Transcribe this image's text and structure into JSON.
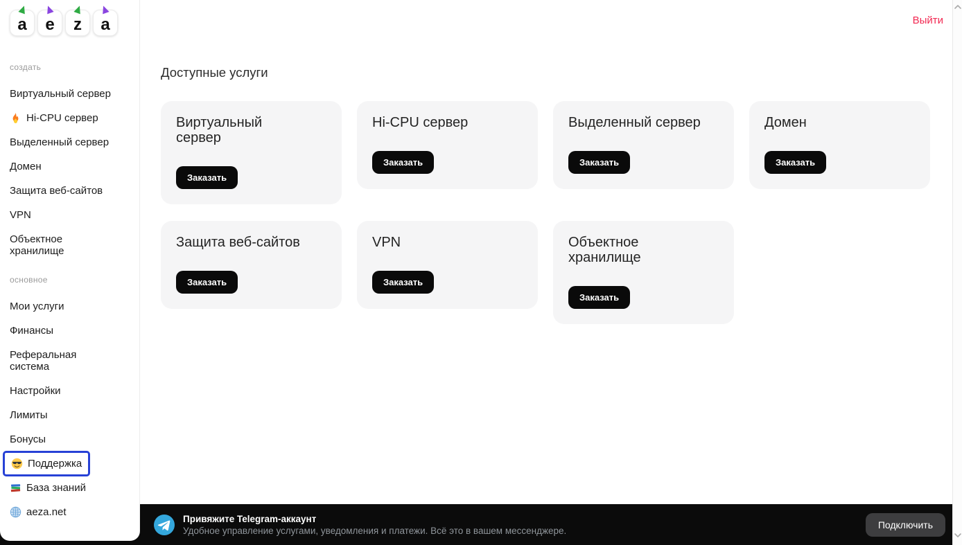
{
  "logo": {
    "tiles": [
      {
        "letter": "a",
        "hat": "green"
      },
      {
        "letter": "e",
        "hat": "purple"
      },
      {
        "letter": "z",
        "hat": "green"
      },
      {
        "letter": "a",
        "hat": "purple"
      }
    ]
  },
  "header": {
    "logout_label": "Выйти"
  },
  "sidebar": {
    "create_section": {
      "label": "создать",
      "items": [
        {
          "label": "Виртуальный сервер"
        },
        {
          "label": "Hi-CPU сервер",
          "icon": "fire-icon"
        },
        {
          "label": "Выделенный сервер"
        },
        {
          "label": "Домен"
        },
        {
          "label": "Защита веб-сайтов"
        },
        {
          "label": "VPN"
        },
        {
          "label": "Объектное\nхранилище"
        }
      ]
    },
    "main_section": {
      "label": "основное",
      "items": [
        {
          "label": "Мои услуги"
        },
        {
          "label": "Финансы"
        },
        {
          "label": "Реферальная\nсистема"
        },
        {
          "label": "Настройки"
        },
        {
          "label": "Лимиты"
        },
        {
          "label": "Бонусы"
        },
        {
          "label": "Поддержка",
          "icon": "cool-face-icon",
          "selected": true
        },
        {
          "label": "База знаний",
          "icon": "books-icon"
        },
        {
          "label": "aeza.net",
          "icon": "globe-icon"
        }
      ]
    }
  },
  "main": {
    "title": "Доступные услуги",
    "cards": [
      {
        "title": "Виртуальный\nсервер",
        "button": "Заказать"
      },
      {
        "title": "Hi-CPU сервер",
        "button": "Заказать"
      },
      {
        "title": "Выделенный сервер",
        "button": "Заказать"
      },
      {
        "title": "Домен",
        "button": "Заказать"
      },
      {
        "title": "Защита веб-сайтов",
        "button": "Заказать"
      },
      {
        "title": "VPN",
        "button": "Заказать"
      },
      {
        "title": "Объектное\nхранилище",
        "button": "Заказать"
      }
    ]
  },
  "banner": {
    "icon": "telegram-icon",
    "title": "Привяжите Telegram-аккаунт",
    "subtitle": "Удобное управление услугами, уведомления и платежи. Всё это в вашем мессенджере.",
    "button_label": "Подключить"
  },
  "colors": {
    "accent_pink": "#f22952",
    "selection_blue": "#2741d6",
    "card_bg": "#f5f5f6",
    "banner_bg": "#0b0b0b",
    "order_button_bg": "#0a0a0a",
    "connect_button_bg": "#3d3d3f",
    "telegram_blue": "#34a7dc"
  }
}
